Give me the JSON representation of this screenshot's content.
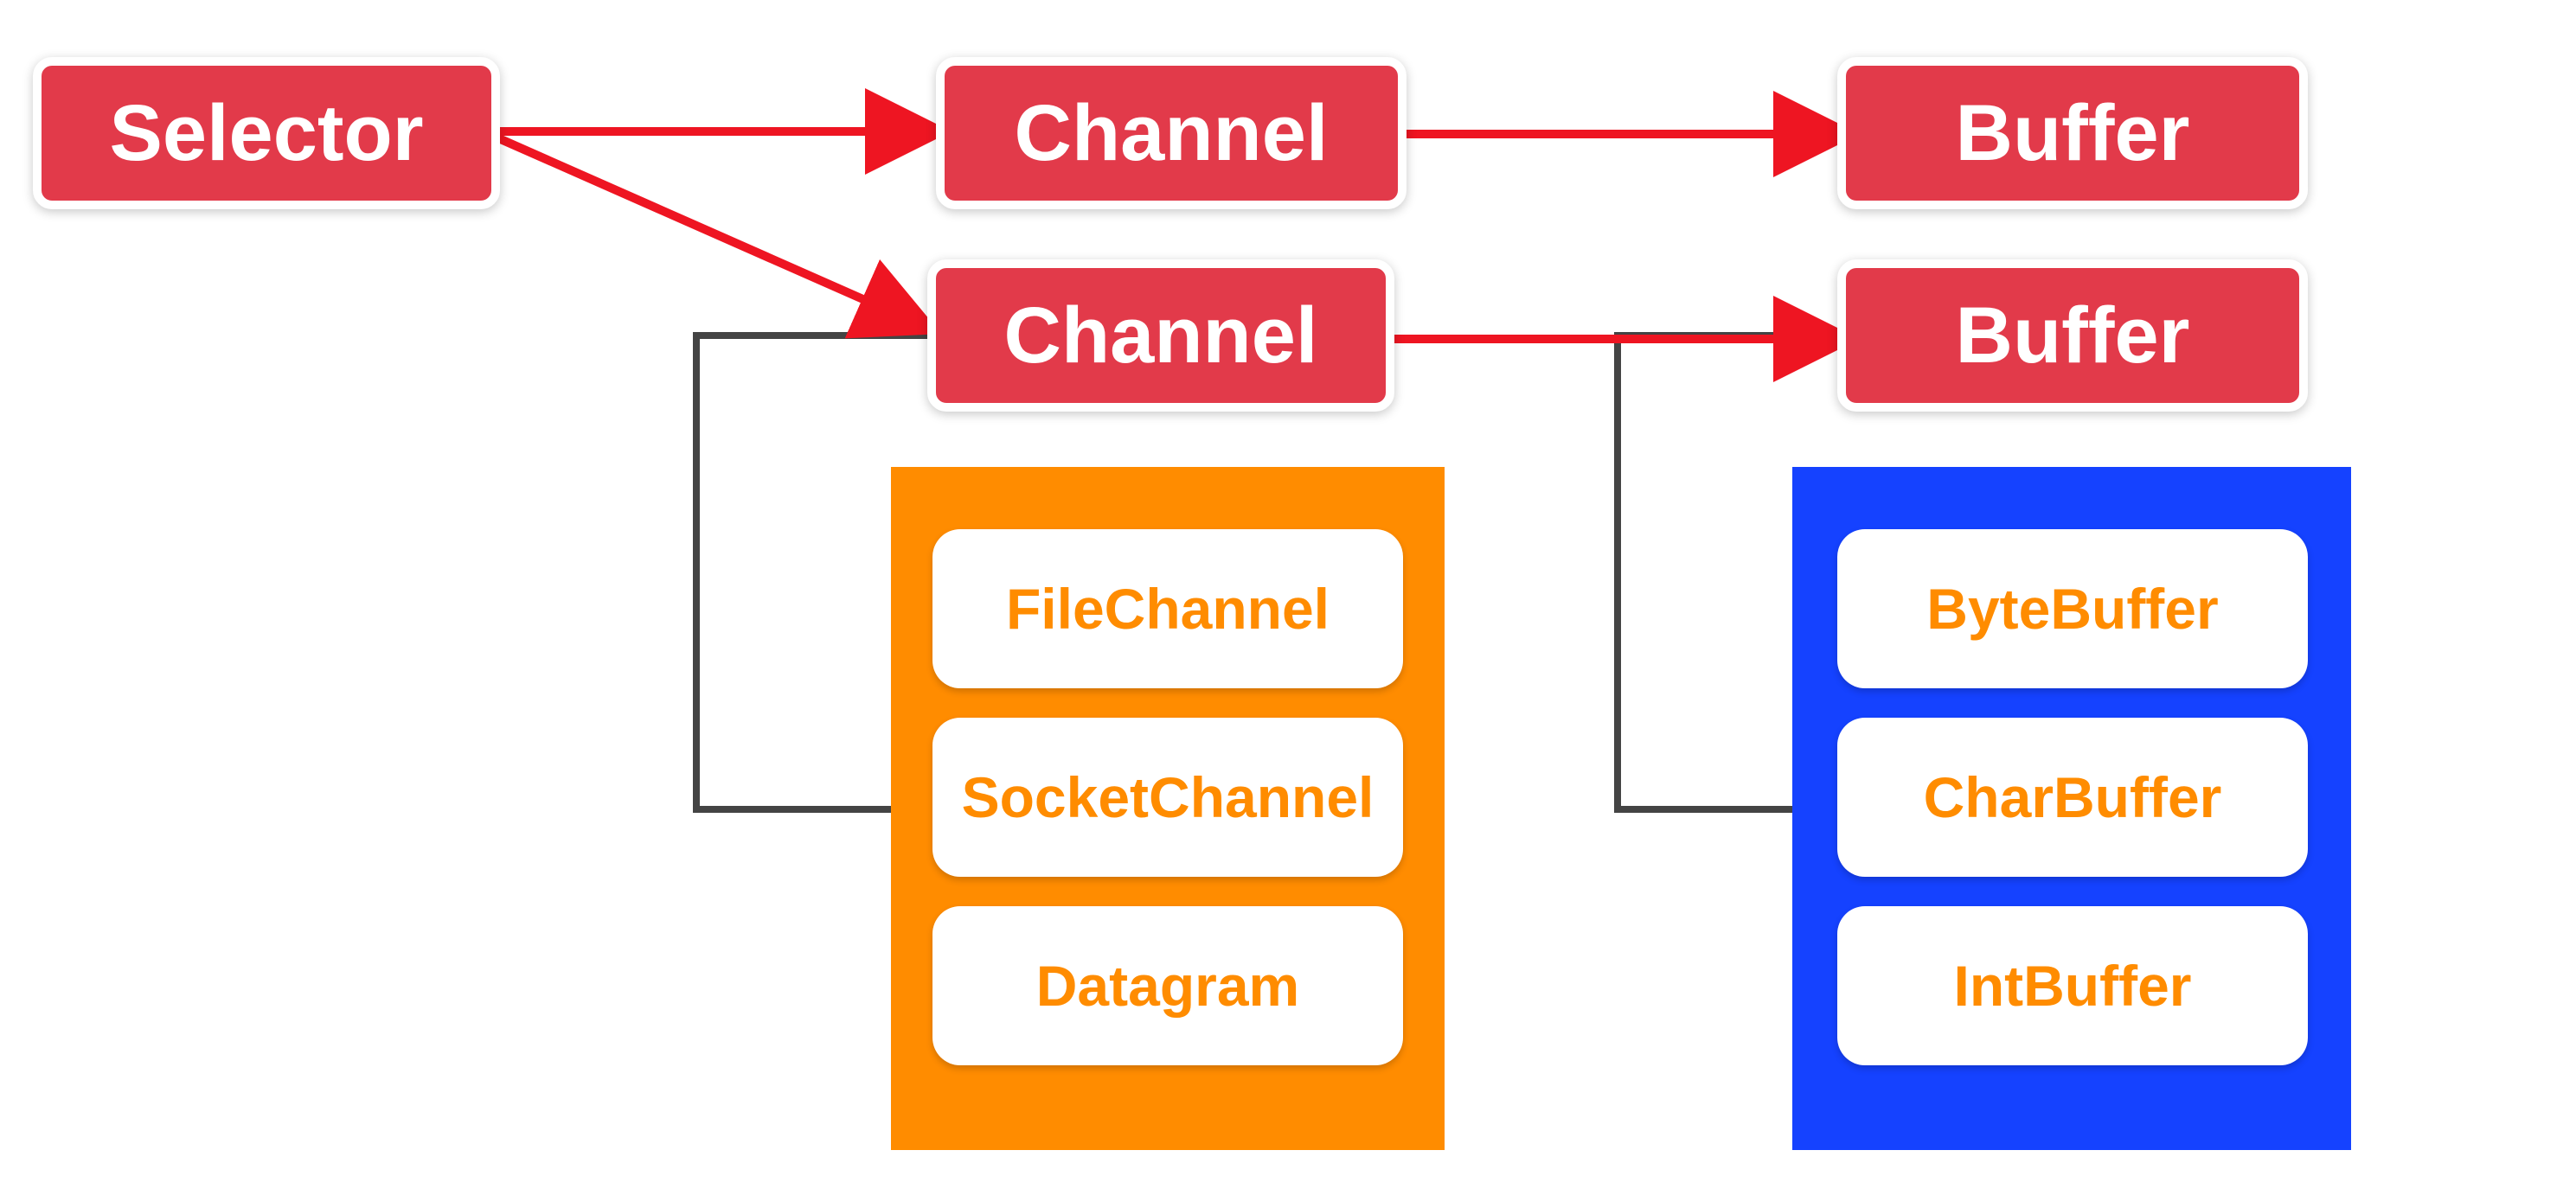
{
  "colors": {
    "red": "#e23a4a",
    "arrow": "#ee1522",
    "connector": "#444444",
    "orange": "#ff8c00",
    "blue": "#1542ff",
    "item_text": "#ff8c00"
  },
  "nodes": {
    "selector": "Selector",
    "channel_top": "Channel",
    "buffer_top": "Buffer",
    "channel_mid": "Channel",
    "buffer_mid": "Buffer"
  },
  "channel_types": [
    "FileChannel",
    "SocketChannel",
    "Datagram"
  ],
  "buffer_types": [
    "ByteBuffer",
    "CharBuffer",
    "IntBuffer"
  ]
}
